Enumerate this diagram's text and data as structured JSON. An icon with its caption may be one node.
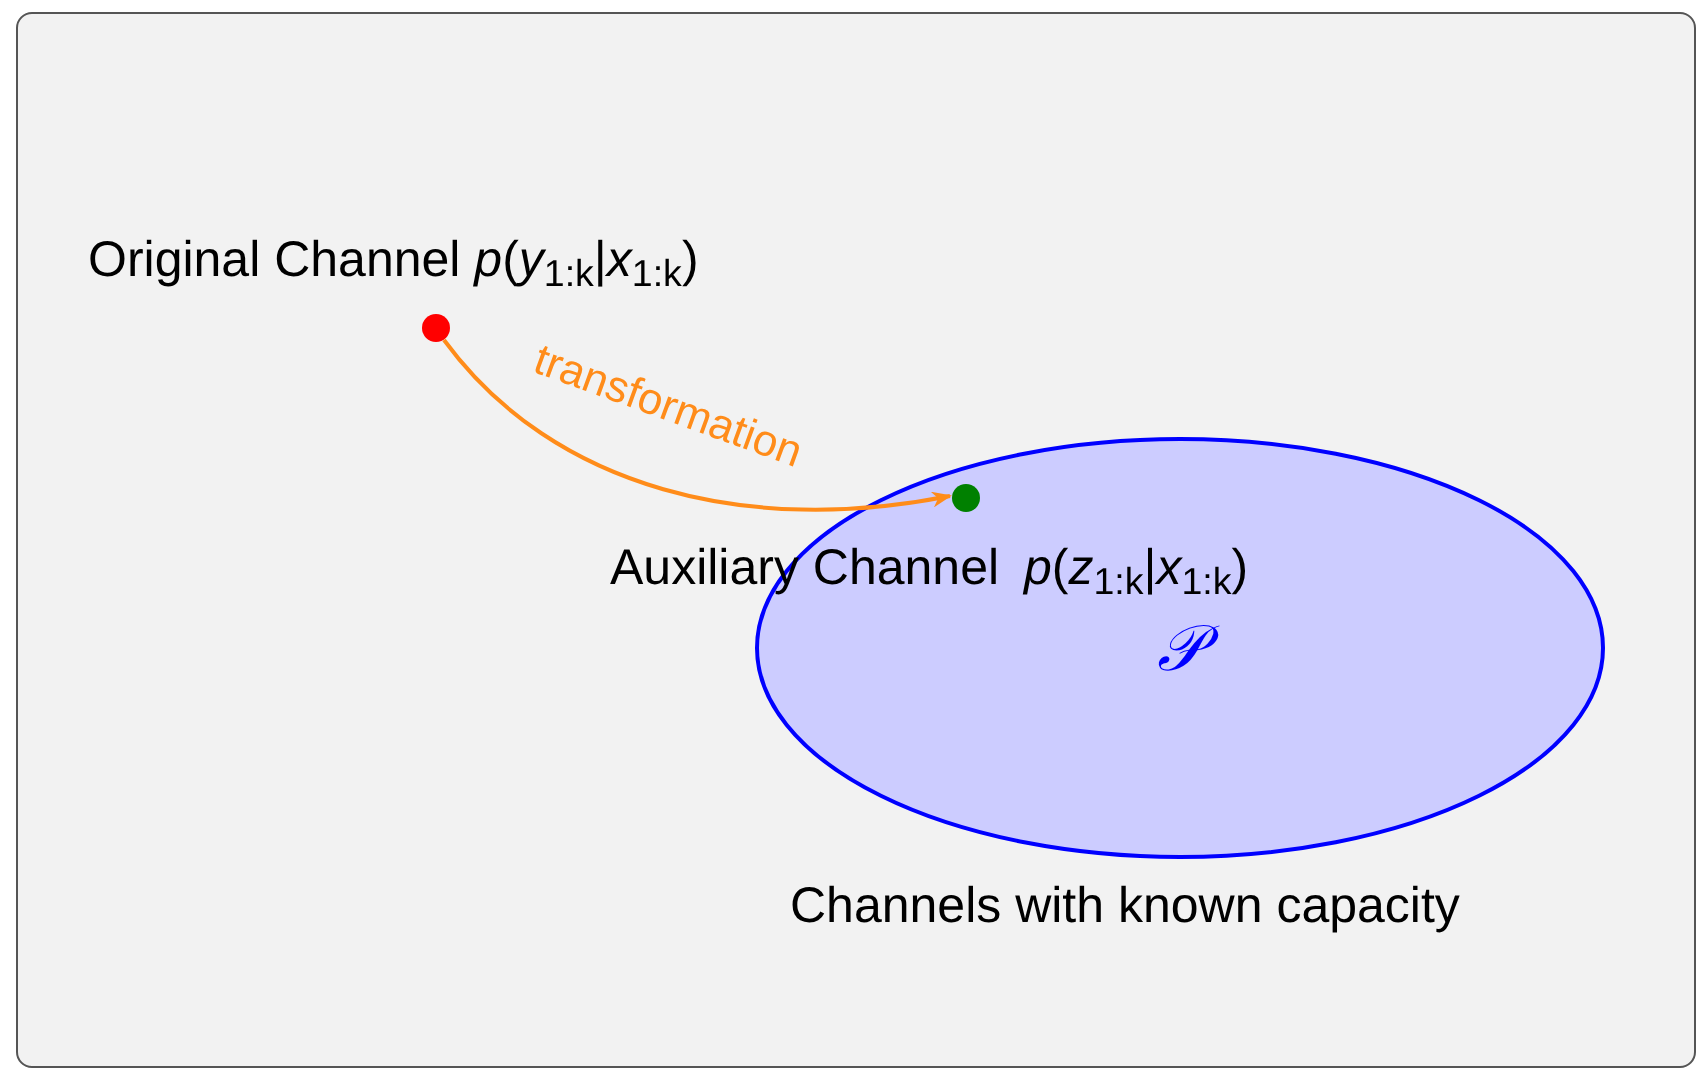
{
  "diagram": {
    "nodes": [
      {
        "text": [],
        "shape": "circle",
        "beside": [
          "Original Channel *p*(*y*$_{1:k}$|*x*$_{1:k}$)"
        ]
      },
      {
        "text": [
          "𝒫"
        ],
        "beside": [
          "Channels with known capacity"
        ]
      },
      {
        "text": [],
        "shape": "circle",
        "in": 1,
        "beside": [
          "Auxiliary Channel",
          "*p*(*z*$_{1:k}$|*x*$_{1:k}$)"
        ]
      }
    ],
    "edges": [
      {
        "from": 0,
        "to": 2,
        "arrow": "to",
        "label": "transformation",
        "color": "#ff8c1a"
      }
    ]
  }
}
